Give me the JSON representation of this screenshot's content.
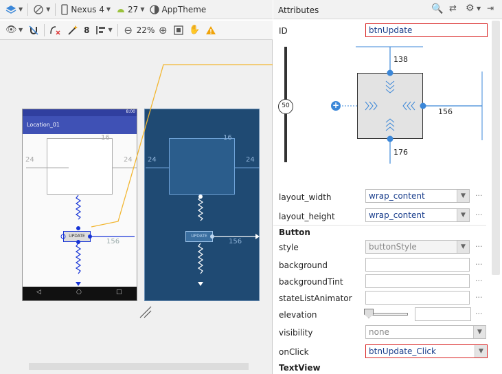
{
  "toolbar": {
    "device": "Nexus 4",
    "api": "27",
    "theme": "AppTheme",
    "zoom": "22%",
    "margin_default": "8"
  },
  "design": {
    "app_title": "Location_01",
    "status_time": "8:00",
    "button_label": "UPDATE",
    "dim_top": "16",
    "dim_left": "24",
    "dim_right": "24",
    "dim_button_right": "156"
  },
  "attributes": {
    "header": "Attributes",
    "id_label": "ID",
    "id_value": "btnUpdate",
    "constraint": {
      "top": "138",
      "right": "156",
      "bottom": "176",
      "bias": "50"
    },
    "layout_width_label": "layout_width",
    "layout_width_value": "wrap_content",
    "layout_height_label": "layout_height",
    "layout_height_value": "wrap_content",
    "section_button": "Button",
    "style_label": "style",
    "style_value": "buttonStyle",
    "background_label": "background",
    "background_tint_label": "backgroundTint",
    "state_list_label": "stateListAnimator",
    "elevation_label": "elevation",
    "visibility_label": "visibility",
    "visibility_value": "none",
    "onclick_label": "onClick",
    "onclick_value": "btnUpdate_Click",
    "section_textview": "TextView"
  },
  "colors": {
    "accent_blue": "#1a3e8c",
    "highlight_red": "#d81e1e",
    "blueprint_bg": "#1f4a73",
    "appbar_blue": "#3f51b5",
    "connector_orange": "#f2b630"
  }
}
